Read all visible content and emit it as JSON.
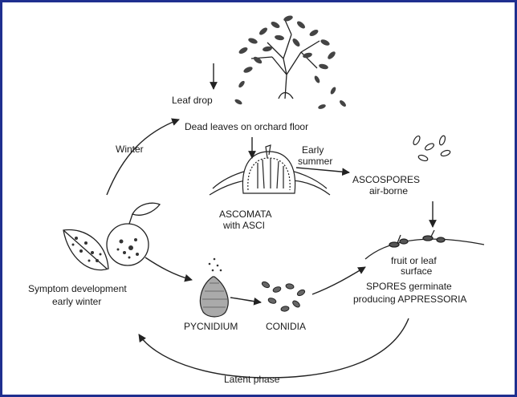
{
  "frame_color": "#1f2f8f",
  "labels": {
    "leaf_drop": "Leaf drop",
    "dead_leaves": "Dead leaves on orchard floor",
    "winter": "Winter",
    "early": "Early",
    "summer": "summer",
    "ascospores": "ASCOSPORES",
    "air_borne": "air-borne",
    "ascomata": "ASCOMATA",
    "with_asci": "with ASCI",
    "fruit_or_leaf": "fruit or leaf",
    "surface": "surface",
    "spores_germinate": "SPORES germinate",
    "producing_appressoria": "producing APPRESSORIA",
    "symptom_development": "Symptom development",
    "early_winter": "early winter",
    "pycnidium": "PYCNIDIUM",
    "conidia": "CONIDIA",
    "latent_phase": "Latent phase"
  },
  "icons": [
    "tree-icon",
    "ascoma-icon",
    "ascospore-icon",
    "leaf-icon",
    "fruit-icon",
    "pycnidium-icon",
    "conidia-icon",
    "surface-icon"
  ]
}
